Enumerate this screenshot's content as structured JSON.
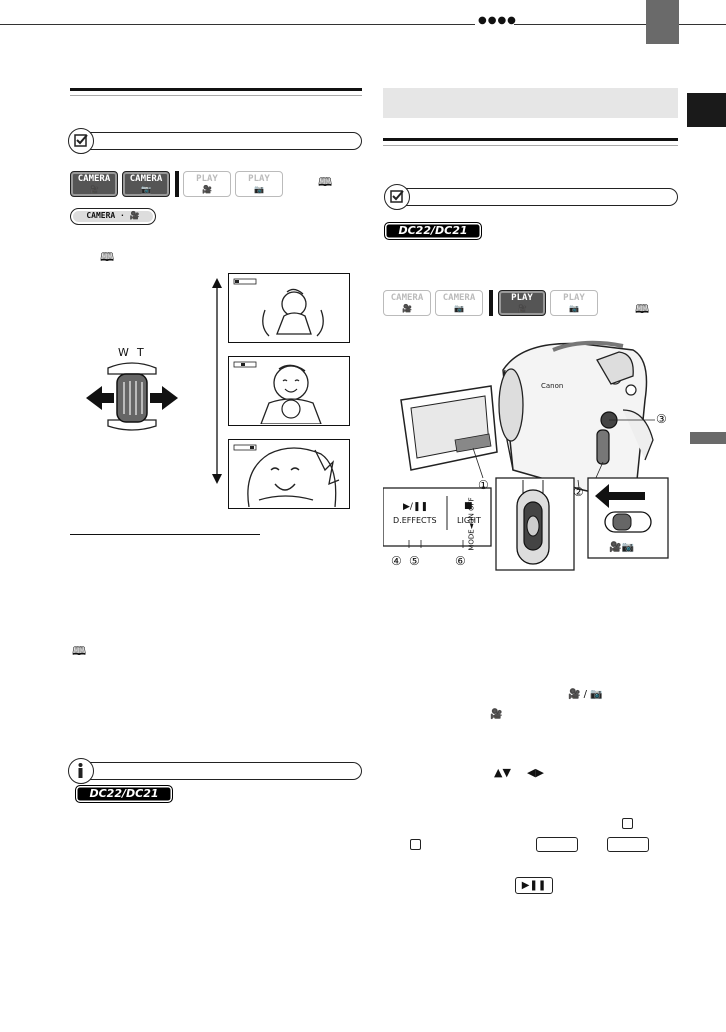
{
  "header": {
    "dots": "●●●●"
  },
  "left": {
    "mode_buttons": [
      {
        "label": "CAMERA",
        "icon": "movie-icon",
        "active": true
      },
      {
        "label": "CAMERA",
        "icon": "camera-icon",
        "active": true
      },
      {
        "label": "PLAY",
        "icon": "movie-icon",
        "active": false
      },
      {
        "label": "PLAY",
        "icon": "camera-icon",
        "active": false
      }
    ],
    "book_symbol": "🕮",
    "camera_mode_badge": "CAMERA · 🎥",
    "zoom_labels": {
      "w": "W",
      "t": "T"
    }
  },
  "right": {
    "model_badge": "DC22/DC21",
    "mode_buttons": [
      {
        "label": "CAMERA",
        "icon": "movie-icon",
        "active": false
      },
      {
        "label": "CAMERA",
        "icon": "camera-icon",
        "active": false
      },
      {
        "label": "PLAY",
        "icon": "movie-icon",
        "active": true
      },
      {
        "label": "PLAY",
        "icon": "camera-icon",
        "active": false
      }
    ],
    "book_symbol": "🕮",
    "callouts": {
      "c1": "①",
      "c2": "②",
      "c3": "③",
      "c4": "④",
      "c5": "⑤",
      "c6": "⑥"
    },
    "buttons_panel": {
      "play_symbol": "▶/❚❚",
      "deffects": "D.EFFECTS",
      "stop_symbol": "■",
      "light": "LIGHT"
    },
    "mode_switch_text": "MODE◄ON OFF",
    "step_icons": {
      "switch_icons": "🎥 / 📷",
      "movie_icon": "🎥",
      "arrows_1": "▲▼",
      "arrows_2": "◀▶",
      "play_pause": "▶❚❚"
    }
  },
  "left_bottom": {
    "model_badge": "DC22/DC21",
    "book_symbol": "🕮"
  }
}
